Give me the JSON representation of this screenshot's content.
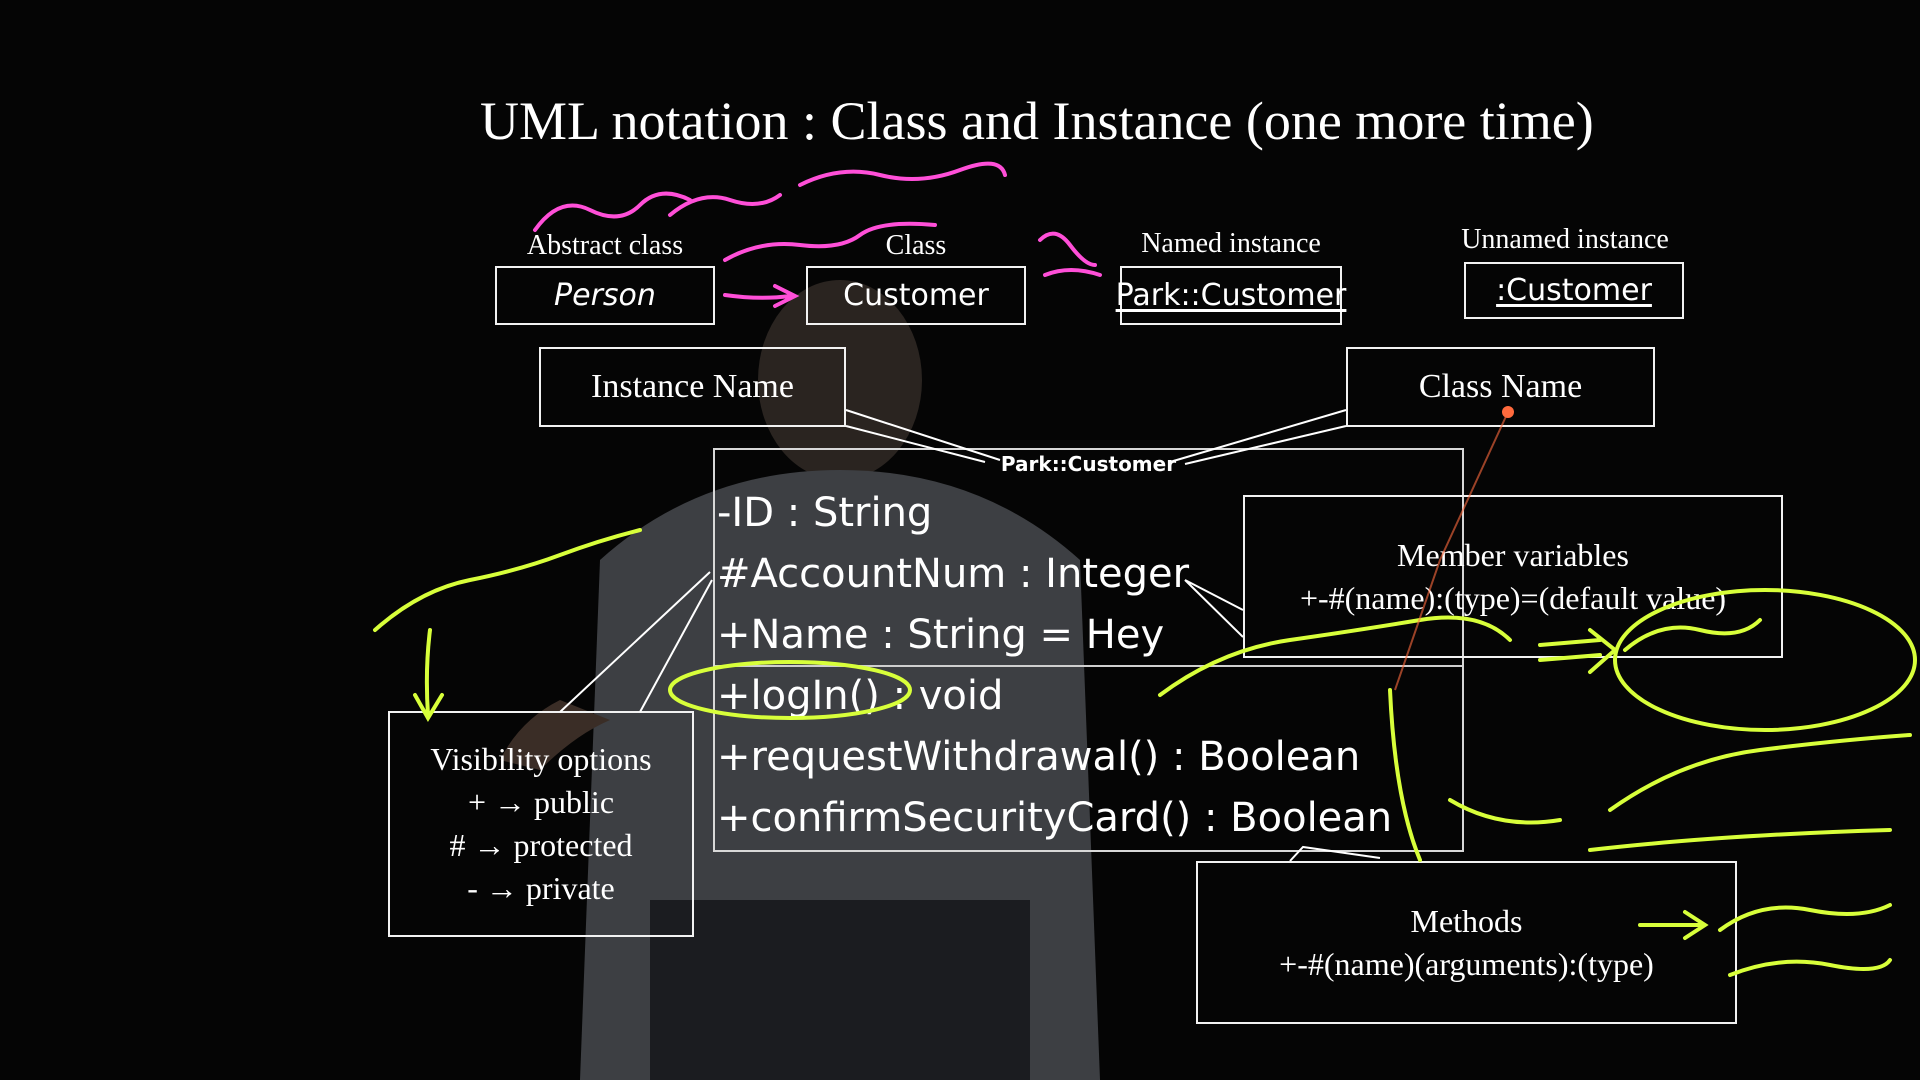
{
  "title": "UML notation : Class and Instance (one more time)",
  "notation_examples": [
    {
      "caption": "Abstract class",
      "label": "Person",
      "style": "italic"
    },
    {
      "caption": "Class",
      "label": "Customer",
      "style": "normal"
    },
    {
      "caption": "Named instance",
      "label": "Park::Customer",
      "style": "underline"
    },
    {
      "caption": "Unnamed instance",
      "label": ":Customer",
      "style": "underline"
    }
  ],
  "callouts": {
    "instance_name": "Instance Name",
    "class_name": "Class Name"
  },
  "class_diagram": {
    "header": "Park::Customer",
    "attributes": [
      "-ID : String",
      "#AccountNum : Integer",
      "+Name : String = Hey"
    ],
    "operations": [
      "+logIn() : void",
      "+requestWithdrawal() : Boolean",
      "+confirmSecurityCard() : Boolean"
    ]
  },
  "visibility": {
    "title": "Visibility options",
    "lines": [
      "+ → public",
      "# → protected",
      "- → private"
    ]
  },
  "member_variables": {
    "title": "Member variables",
    "format": "+-#(name):(type)=(default value)"
  },
  "methods": {
    "title": "Methods",
    "format": "+-#(name)(arguments):(type)"
  },
  "colors": {
    "background": "#050505",
    "text": "#ffffff",
    "annotation_pink": "#ff4fd8",
    "annotation_green": "#d8ff3a"
  }
}
